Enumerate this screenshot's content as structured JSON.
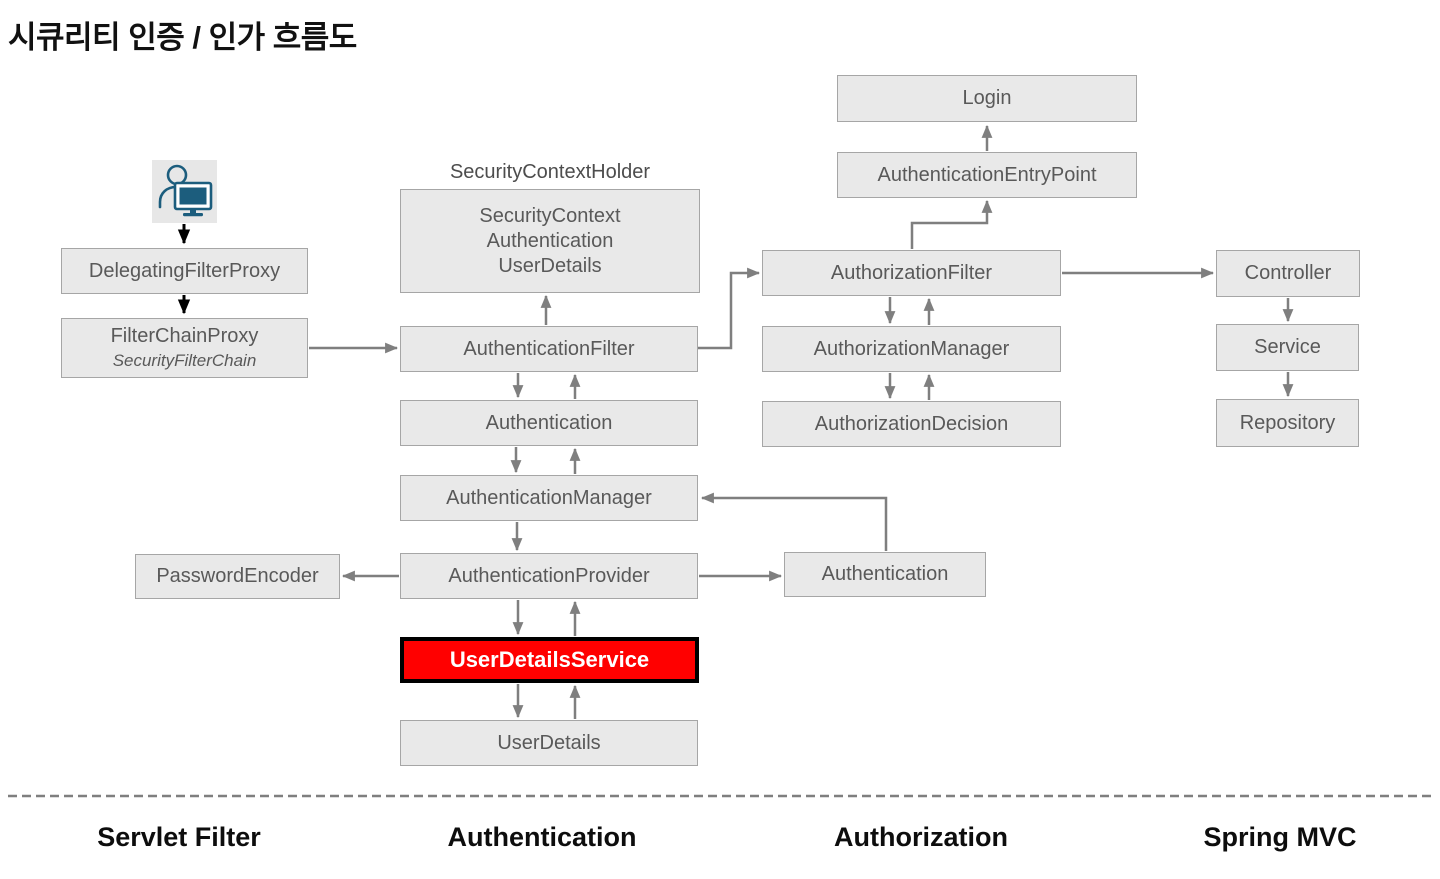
{
  "title": "시큐리티 인증 / 인가 흐름도",
  "colors": {
    "box_fill": "#E9E9E9",
    "box_border": "#A6A6A6",
    "box_text": "#595959",
    "arrow_gray": "#7F7F7F",
    "arrow_black": "#000000",
    "highlight_fill": "#FF0000",
    "highlight_border": "#000000",
    "highlight_text": "#FFFFFF",
    "icon_teal": "#1C5D7D",
    "icon_tile_bg": "#E7E7E7"
  },
  "icons": {
    "user_client": "user-with-monitor"
  },
  "nodes": {
    "login": "Login",
    "authentication_entry_point": "AuthenticationEntryPoint",
    "authorization_filter": "AuthorizationFilter",
    "authorization_manager": "AuthorizationManager",
    "authorization_decision": "AuthorizationDecision",
    "controller": "Controller",
    "service": "Service",
    "repository": "Repository",
    "delegating_filter_proxy": "DelegatingFilterProxy",
    "filter_chain_proxy": "FilterChainProxy",
    "security_filter_chain": "SecurityFilterChain",
    "security_context_holder": "SecurityContextHolder",
    "security_context_lines": [
      "SecurityContext",
      "Authentication",
      "UserDetails"
    ],
    "authentication_filter": "AuthenticationFilter",
    "authentication": "Authentication",
    "authentication_manager": "AuthenticationManager",
    "authentication_provider": "AuthenticationProvider",
    "password_encoder": "PasswordEncoder",
    "authentication_result": "Authentication",
    "user_details_service": "UserDetailsService",
    "user_details": "UserDetails"
  },
  "lanes": [
    "Servlet Filter",
    "Authentication",
    "Authorization",
    "Spring MVC"
  ]
}
